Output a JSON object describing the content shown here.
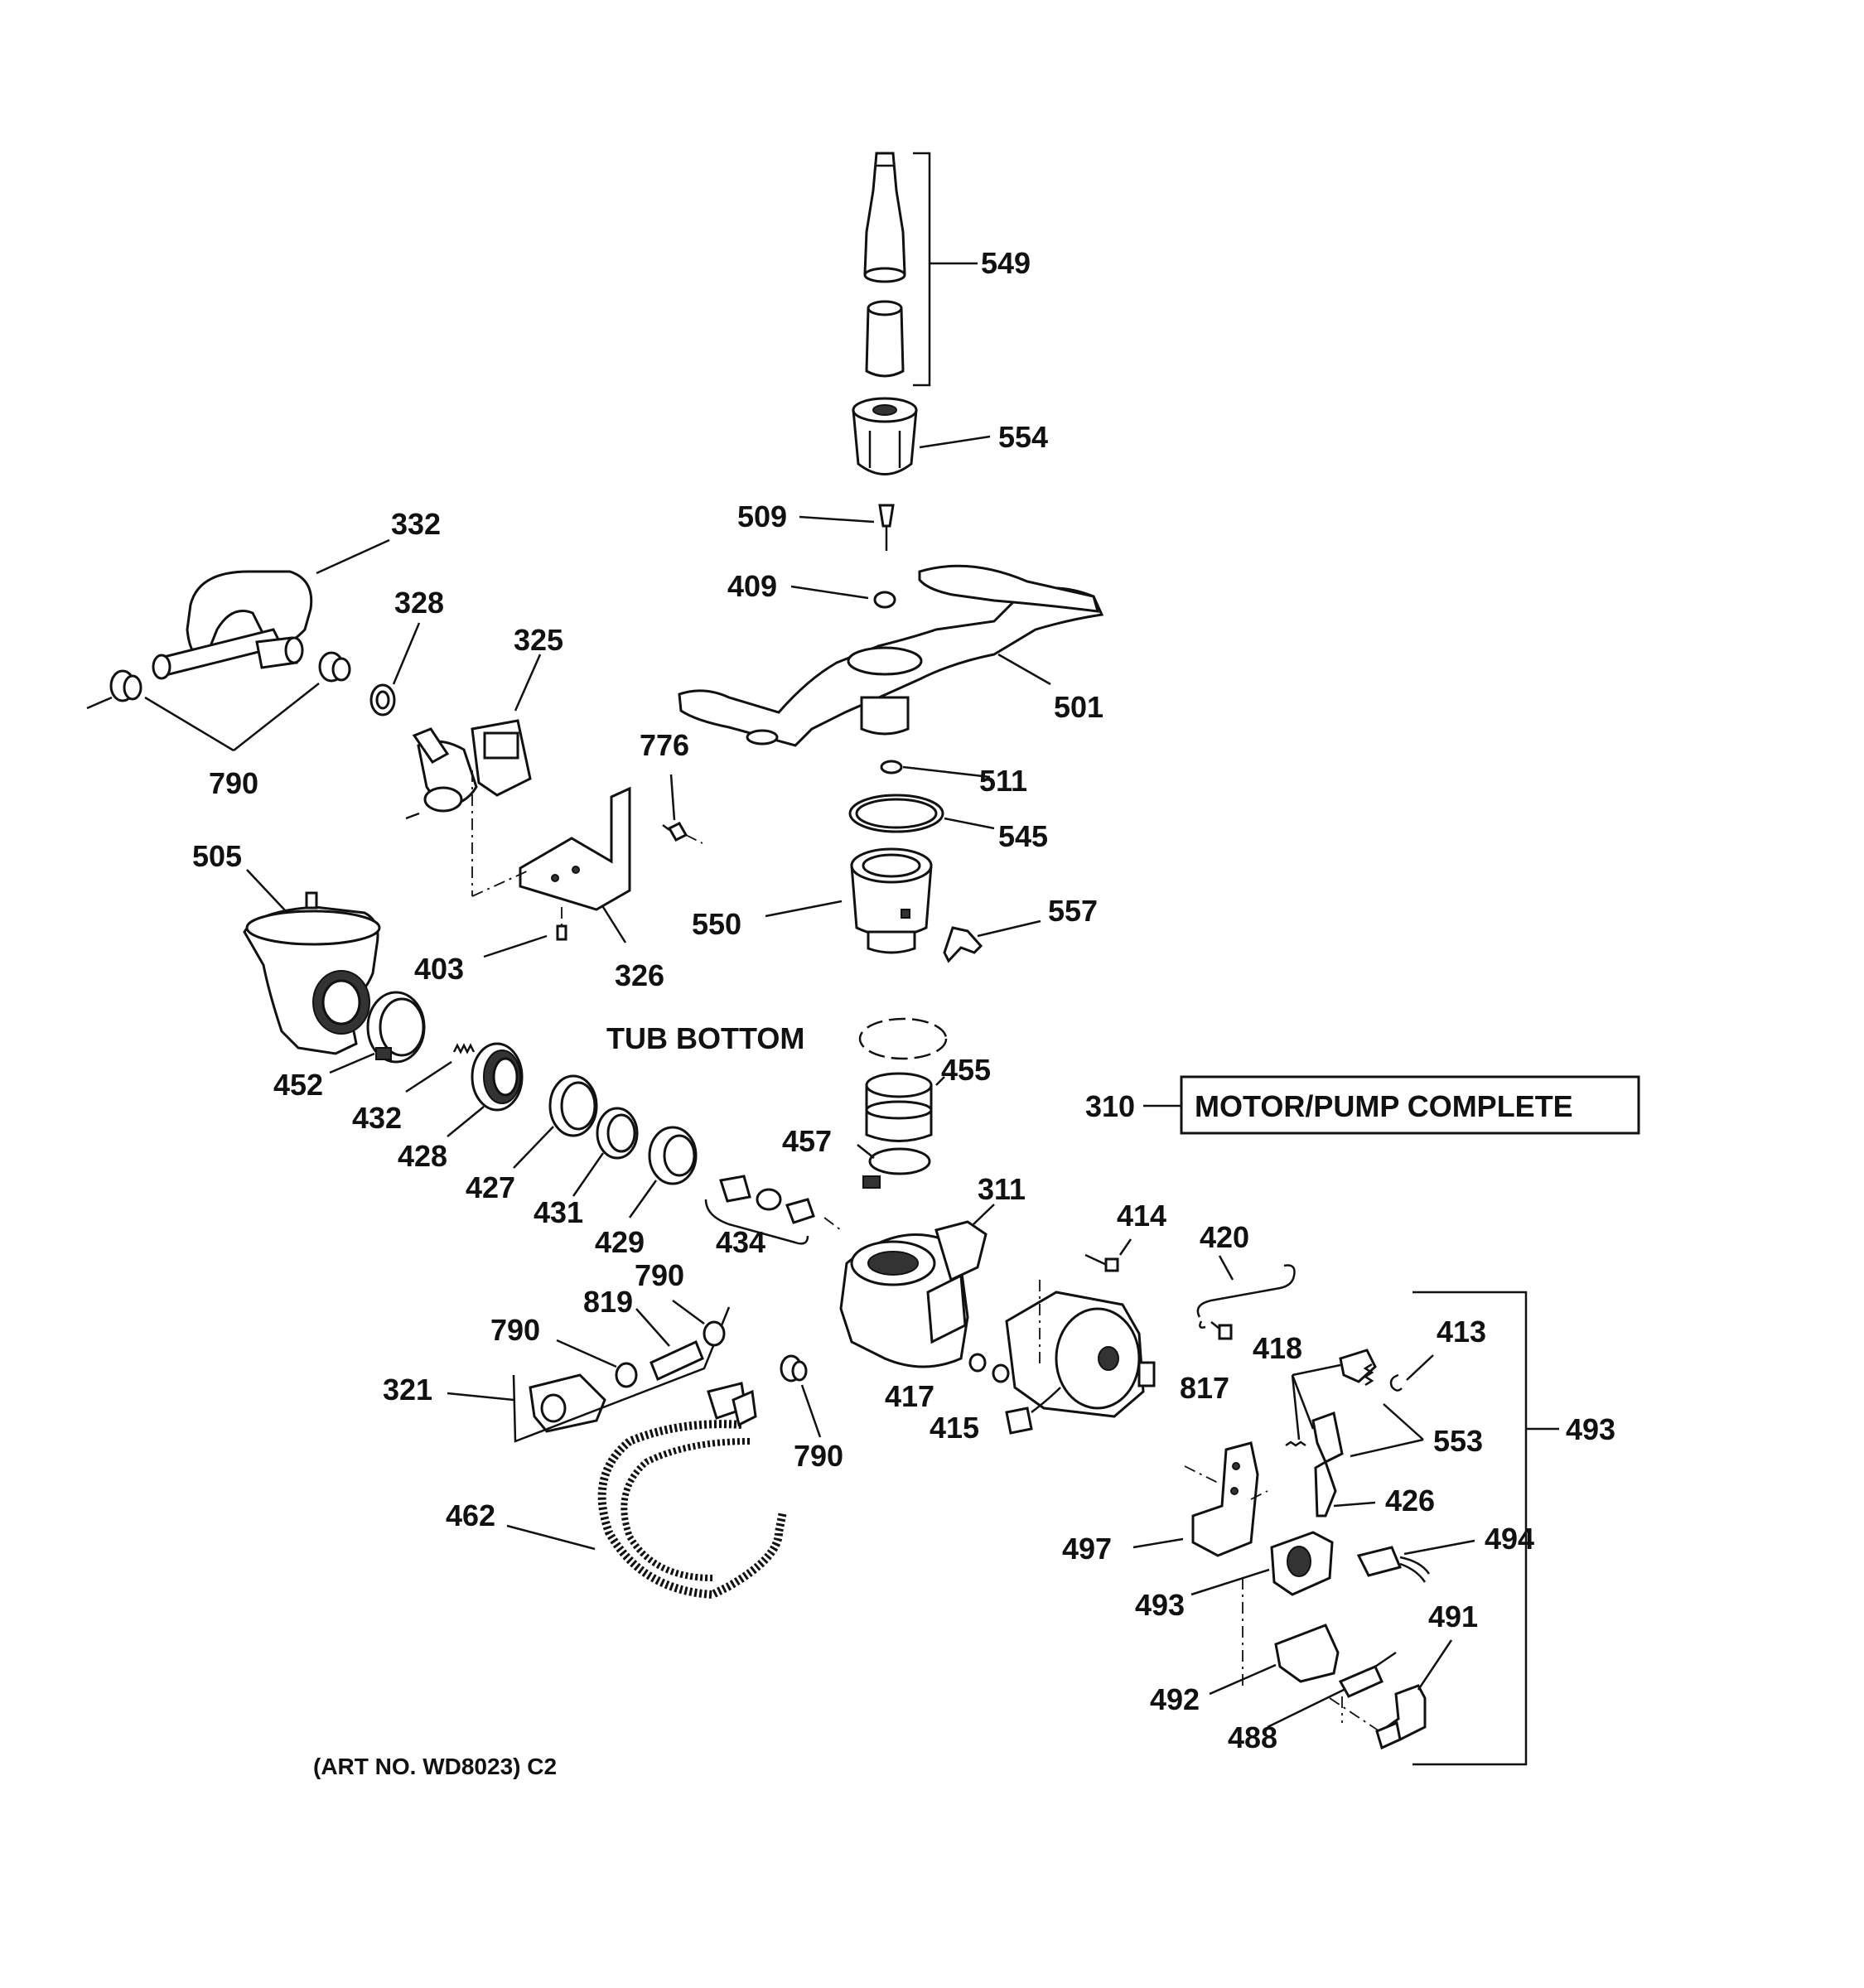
{
  "labels": {
    "p549": "549",
    "p554": "554",
    "p509": "509",
    "p409": "409",
    "p501": "501",
    "p511": "511",
    "p545": "545",
    "p550": "550",
    "p557": "557",
    "p332": "332",
    "p328": "328",
    "p325": "325",
    "p790a": "790",
    "p776": "776",
    "p505": "505",
    "p403": "403",
    "p326": "326",
    "p452": "452",
    "p432": "432",
    "p428": "428",
    "p427": "427",
    "p431": "431",
    "p429": "429",
    "p434": "434",
    "tub_bottom": "TUB BOTTOM",
    "p455": "455",
    "p457": "457",
    "p310": "310",
    "motor_pump": "MOTOR/PUMP COMPLETE",
    "p311": "311",
    "p414": "414",
    "p420": "420",
    "p790b": "790",
    "p819": "819",
    "p790c": "790",
    "p321": "321",
    "p790d": "790",
    "p417": "417",
    "p415": "415",
    "p817": "817",
    "p418": "418",
    "p413": "413",
    "p553": "553",
    "p493a": "493",
    "p426": "426",
    "p462": "462",
    "p497": "497",
    "p494": "494",
    "p493b": "493",
    "p491": "491",
    "p492": "492",
    "p488": "488"
  },
  "footer": {
    "art_no": "(ART NO. WD8023) C2"
  }
}
